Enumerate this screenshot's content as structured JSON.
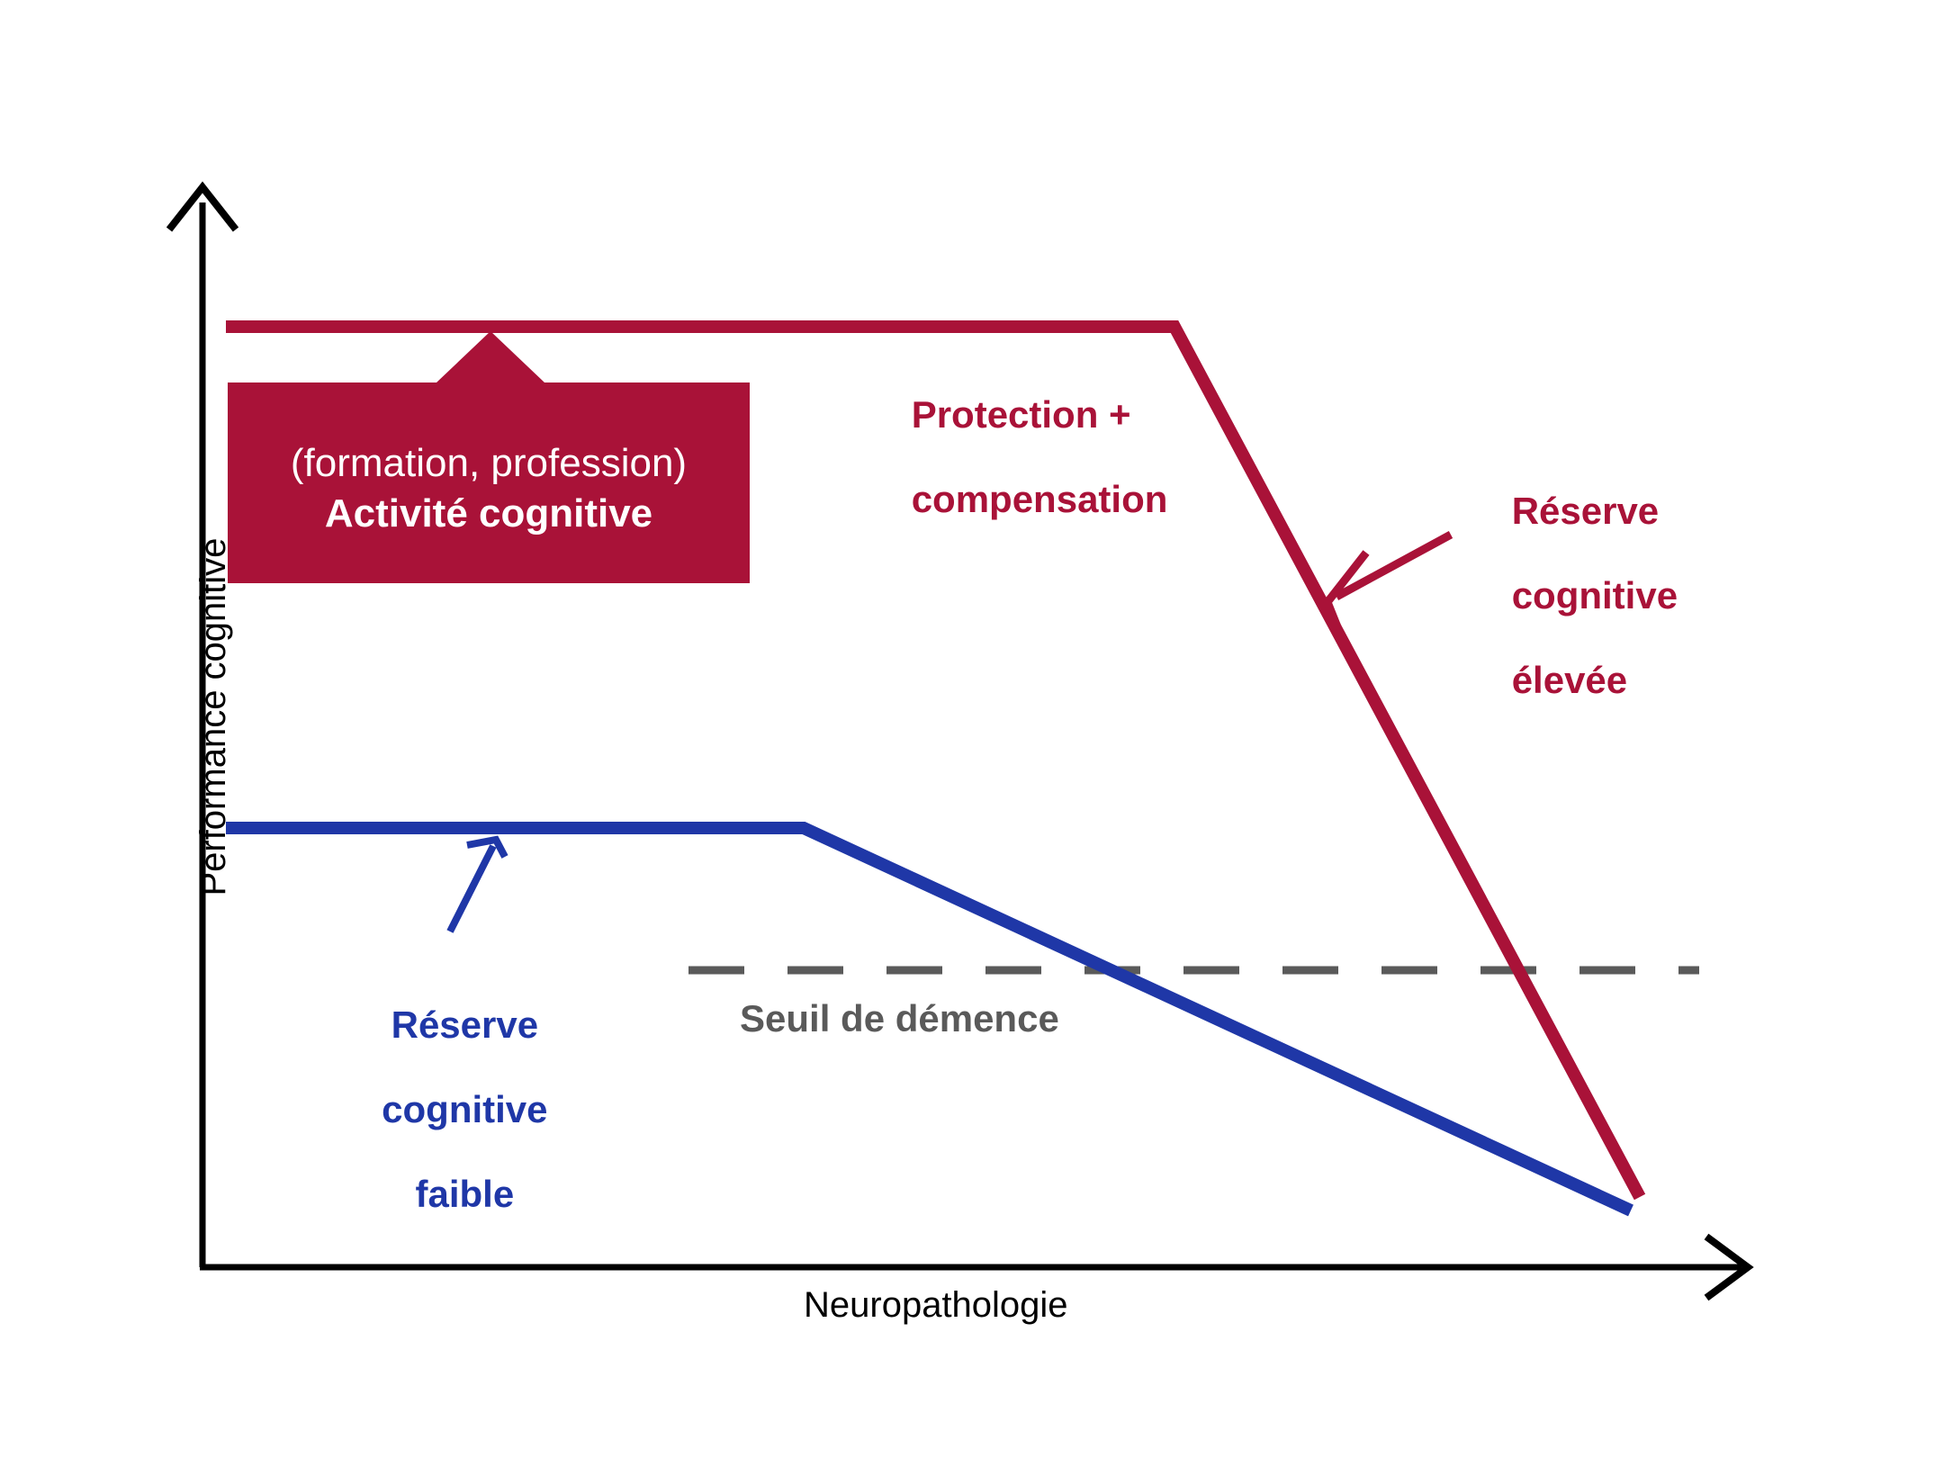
{
  "figure": {
    "background": "#ffffff",
    "colors": {
      "high_reserve": "#a91238",
      "low_reserve": "#1f37a7",
      "threshold": "#5a5a5a",
      "axis": "#000000",
      "callout_fill": "#a91238",
      "callout_text": "#ffffff"
    }
  },
  "axes": {
    "y_label": "Performance cognitive",
    "x_label": "Neuropathologie"
  },
  "annotations": {
    "protection": "Protection +\ncompensation",
    "protection_line1": "Protection +",
    "protection_line2": "compensation",
    "high_reserve_line1": "Réserve",
    "high_reserve_line2": "cognitive",
    "high_reserve_line3": "élevée",
    "low_reserve_line1": "Réserve",
    "low_reserve_line2": "cognitive",
    "low_reserve_line3": "faible",
    "threshold": "Seuil de démence"
  },
  "callout": {
    "line1": "(formation, profession)",
    "line2": "Activité cognitive"
  },
  "chart_data": {
    "type": "line",
    "title": "",
    "xlabel": "Neuropathologie",
    "ylabel": "Performance cognitive",
    "xlim": [
      0,
      100
    ],
    "ylim": [
      0,
      100
    ],
    "grid": false,
    "legend": "none",
    "axis_ticks": "none",
    "series": [
      {
        "name": "Réserve cognitive élevée",
        "color": "#a91238",
        "linewidth": 10,
        "x": [
          1.6,
          68.0,
          100.0
        ],
        "y": [
          87.2,
          87.2,
          6.0
        ],
        "description": "Plateau haut puis chute abrupte après seuil de neuropathologie élevé"
      },
      {
        "name": "Réserve cognitive faible",
        "color": "#1f37a7",
        "linewidth": 10,
        "x": [
          1.6,
          41.0,
          100.0
        ],
        "y": [
          40.0,
          40.0,
          5.5
        ],
        "description": "Plateau bas puis déclin progressif précoce"
      },
      {
        "name": "Seuil de démence",
        "color": "#5a5a5a",
        "linewidth": 8,
        "style": "dashed",
        "x": [
          33.0,
          100.0
        ],
        "y": [
          26.5,
          26.5
        ],
        "description": "Ligne horizontale en tirets marquant le seuil de démence"
      }
    ],
    "annotations": [
      {
        "text": "Protection + compensation",
        "color": "#a91238",
        "x": 44.0,
        "y": 80.0
      },
      {
        "text": "Réserve cognitive élevée",
        "color": "#a91238",
        "x": 82.0,
        "y": 66.0,
        "arrow_to": [
          74.5,
          59.0
        ]
      },
      {
        "text": "Réserve cognitive faible",
        "color": "#1f37a7",
        "x": 12.0,
        "y": 19.0,
        "arrow_to": [
          11.5,
          39.5
        ]
      },
      {
        "text": "Seuil de démence",
        "color": "#5a5a5a",
        "x": 40.0,
        "y": 22.0
      },
      {
        "text": "(formation, profession) Activité cognitive",
        "color": "#ffffff",
        "box_fill": "#a91238",
        "x": 4.0,
        "y": 70.0,
        "pointer_to": [
          13.5,
          87.2
        ]
      }
    ]
  }
}
